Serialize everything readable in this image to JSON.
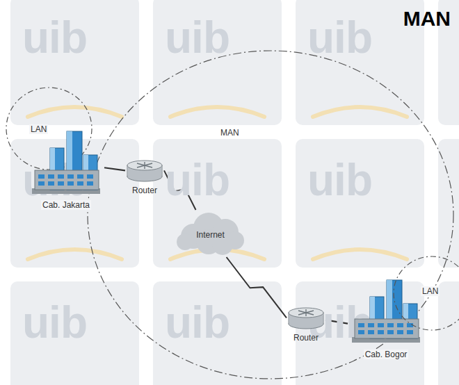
{
  "diagram": {
    "title": "MAN",
    "nodes": [
      {
        "text": [
          "MAN"
        ]
      },
      {
        "text": [
          "LAN"
        ]
      },
      {
        "text": [
          "Cab. Jakarta"
        ]
      },
      {
        "text": [
          "Router"
        ],
        "in": 0
      },
      {
        "text": [
          "Internet"
        ],
        "in": 0
      },
      {
        "text": [
          "Router"
        ],
        "in": 0
      },
      {
        "text": [
          "Cab. Bogor"
        ]
      },
      {
        "text": [
          "LAN"
        ]
      }
    ],
    "edges": [
      {
        "from": 2,
        "to": 3,
        "arrow": "none"
      },
      {
        "from": 3,
        "to": 4,
        "arrow": "none"
      },
      {
        "from": 4,
        "to": 5,
        "arrow": "none"
      },
      {
        "from": 5,
        "to": 6,
        "arrow": "none"
      }
    ],
    "labels": [
      "uib",
      "uib",
      "uib",
      "uib",
      "uib",
      "uib",
      "uib",
      "uib",
      "uib"
    ]
  }
}
